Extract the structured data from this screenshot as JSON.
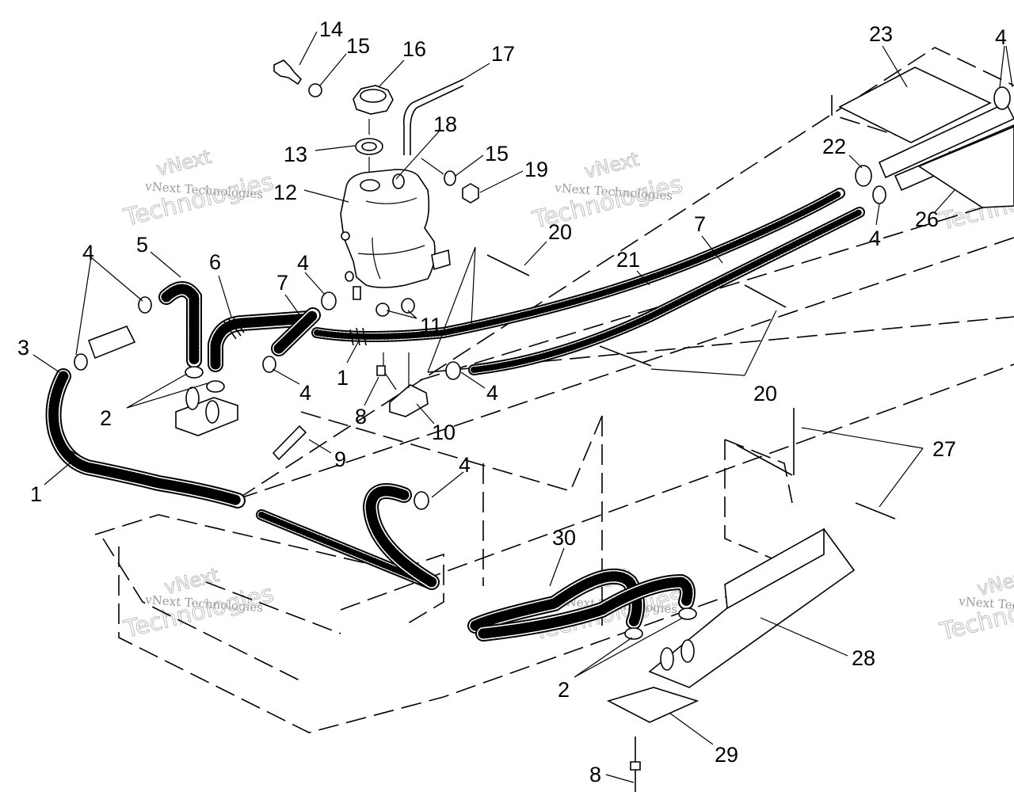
{
  "callouts": [
    {
      "id": "c14",
      "text": "14"
    },
    {
      "id": "c15a",
      "text": "15"
    },
    {
      "id": "c16",
      "text": "16"
    },
    {
      "id": "c17",
      "text": "17"
    },
    {
      "id": "c18",
      "text": "18"
    },
    {
      "id": "c13",
      "text": "13"
    },
    {
      "id": "c12",
      "text": "12"
    },
    {
      "id": "c15b",
      "text": "15"
    },
    {
      "id": "c19",
      "text": "19"
    },
    {
      "id": "c23",
      "text": "23"
    },
    {
      "id": "c4tr",
      "text": "4"
    },
    {
      "id": "c22",
      "text": "22"
    },
    {
      "id": "c26",
      "text": "26"
    },
    {
      "id": "c4r",
      "text": "4"
    },
    {
      "id": "c7r",
      "text": "7"
    },
    {
      "id": "c21",
      "text": "21"
    },
    {
      "id": "c20a",
      "text": "20"
    },
    {
      "id": "c4a",
      "text": "4"
    },
    {
      "id": "c5",
      "text": "5"
    },
    {
      "id": "c6",
      "text": "6"
    },
    {
      "id": "c3",
      "text": "3"
    },
    {
      "id": "c7",
      "text": "7"
    },
    {
      "id": "c4b",
      "text": "4"
    },
    {
      "id": "c11",
      "text": "11"
    },
    {
      "id": "c4c",
      "text": "4"
    },
    {
      "id": "c1a",
      "text": "1"
    },
    {
      "id": "c4d",
      "text": "4"
    },
    {
      "id": "c20b",
      "text": "20"
    },
    {
      "id": "c2a",
      "text": "2"
    },
    {
      "id": "c8a",
      "text": "8"
    },
    {
      "id": "c10",
      "text": "10"
    },
    {
      "id": "c9",
      "text": "9"
    },
    {
      "id": "c1b",
      "text": "1"
    },
    {
      "id": "c27",
      "text": "27"
    },
    {
      "id": "c4e",
      "text": "4"
    },
    {
      "id": "c30",
      "text": "30"
    },
    {
      "id": "c28",
      "text": "28"
    },
    {
      "id": "c2b",
      "text": "2"
    },
    {
      "id": "c29",
      "text": "29"
    },
    {
      "id": "c8b",
      "text": "8"
    }
  ],
  "watermark": {
    "brand_top": "vNext",
    "brand_bottom": "Technologies",
    "brand_full": "vNext Technologies"
  }
}
